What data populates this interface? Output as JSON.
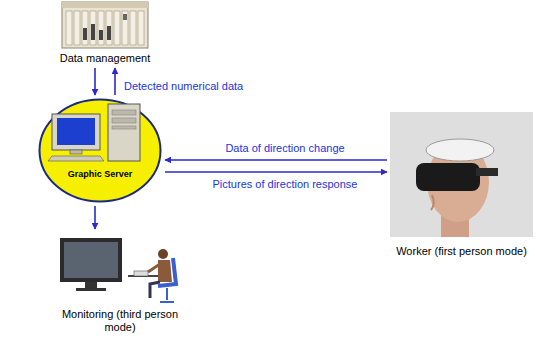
{
  "diagram": {
    "nodes": [
      {
        "text": [
          "Data management"
        ]
      },
      {
        "text": [
          "Graphic Server"
        ]
      },
      {
        "text": [
          "Worker (first person mode)"
        ]
      },
      {
        "text": [
          "Monitoring (third person mode)"
        ]
      }
    ],
    "edges": [
      {
        "from": 0,
        "to": 1,
        "arrow": "to"
      },
      {
        "from": 1,
        "to": 0,
        "arrow": "to",
        "label": "Detected numerical data"
      },
      {
        "from": 2,
        "to": 1,
        "arrow": "to",
        "label": "Data of direction change"
      },
      {
        "from": 1,
        "to": 2,
        "arrow": "to",
        "label": "Pictures of direction response"
      },
      {
        "from": 1,
        "to": 3,
        "arrow": "to"
      }
    ]
  }
}
